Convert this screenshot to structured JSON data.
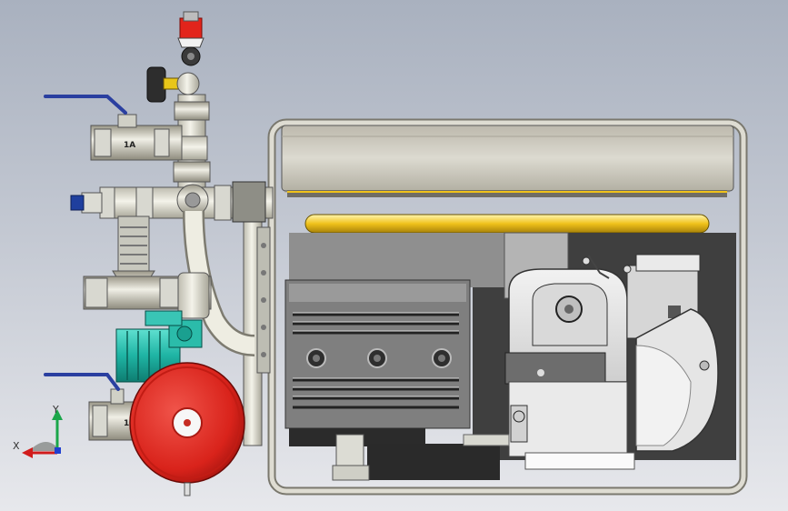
{
  "model_view": {
    "background_top": "#a9b1bf",
    "background_bottom": "#e7e8ec",
    "accent_colors": {
      "tank": "#d8271f",
      "pump": "#1fb4a4",
      "pipe": "#e2e0d2",
      "fuel_band": "#f2c617",
      "valve_handle": "#2a3fa0"
    }
  },
  "valves": {
    "upper_label": "1A",
    "lower_label": "1"
  },
  "triad": {
    "x_label": "X",
    "y_label": "Y",
    "icon": "coordinate-triad-icon"
  }
}
